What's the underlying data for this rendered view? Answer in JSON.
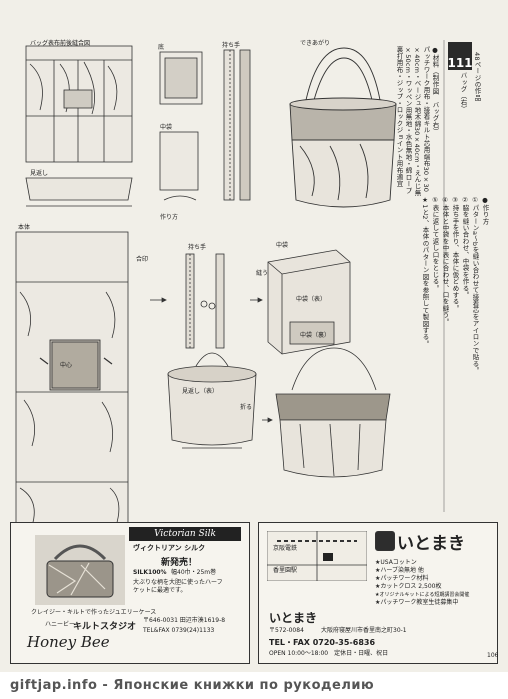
{
  "header": {
    "number": "111",
    "subtitle_vertical": "48ページの作品",
    "item_name": "バッグ（右）"
  },
  "materials_text": [
    "●材料（制作図　バッグ右）",
    "パッチワーク用布・接着キルト芯用端布30×30",
    "×40cm・ベージュ地木綿30×40cm・えんじ無地",
    "×50cm・ワッペン用無地・水色無地・綿ロープ",
    "裏打用布・ジップ・ロックジョイント用布適宜"
  ],
  "method_text": [
    "●作り方",
    "①パターンa〜bを縫い合わせて接着芯をアイロンで貼る。",
    "②脇を縫い合わせ、中袋を作る。",
    "③持ち手を作り、本体に仮どめする。",
    "④本体と中袋を中表に合わせ、口を縫う。",
    "⑤表に返して返し口をとじる。",
    "★1と2、本体のパターン図を参照して製図する。"
  ],
  "diagram_labels": {
    "bag_layout": "バッグ表布前後縫合図",
    "bottom": "底",
    "handle": "持ち手",
    "finished": "できあがり",
    "lining": "中袋",
    "facing": "見返し",
    "how_to": "作り方",
    "main_body": "本体",
    "handle_small": "持ち手",
    "lining_small": "中袋",
    "front_facing": "見返し（表）",
    "lining_a": "中袋（表）",
    "lining_b": "中袋（裏）",
    "stitch": "縫う",
    "fold": "折る",
    "cut_pieces": "合印",
    "center": "中心"
  },
  "ads": {
    "victorian": {
      "brand": "Victorian Silk",
      "jp_name": "ヴィクトリアン シルク",
      "new": "新発売！",
      "desc1": "SILK100%",
      "desc2": "幅40巾・25m巻",
      "desc3": "大ぶりな柄を大胆に使ったハーフ",
      "desc4": "ケットに最適です。",
      "caption": "クレイジー・キルトで作ったジュエリーケース",
      "shop_label": "ハニービー",
      "shop_name": "キルトスタジオ",
      "logo": "Honey Bee",
      "tel": "TEL&FAX 0739(24)1133",
      "addr": "〒646-0031 田辺市湊1619-8"
    },
    "itomaki": {
      "name": "いとまき",
      "list": [
        "★USAコットン",
        "★ハーブ染無地 他",
        "★パッチワーク材料",
        "★カットクロス 2,500枚",
        "★オリジナルキットによる短期講習会開催",
        "★パッチワーク教室生徒募集中"
      ],
      "zip": "〒572-0084",
      "addr": "大阪府寝屋川市香里南之町30-1",
      "tel": "TEL・FAX 0720-35-6836",
      "hours": "OPEN 10:00〜18:00　定休日・日曜、祝日",
      "map_label": "京阪電鉄",
      "station": "香里園駅"
    }
  },
  "page_number": "106",
  "watermark": "giftjap.info - Японские книжки по рукоделию"
}
